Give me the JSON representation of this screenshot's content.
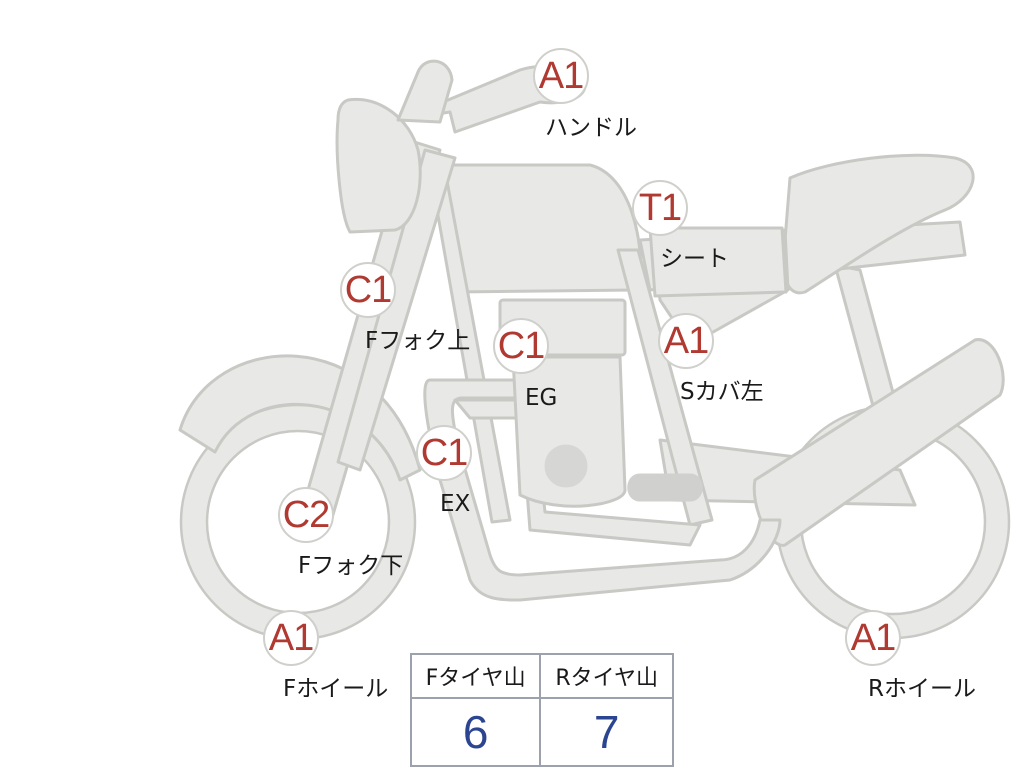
{
  "parts": [
    {
      "key": "handle",
      "code": "A1",
      "label": "ハンドル"
    },
    {
      "key": "seat",
      "code": "T1",
      "label": "シート"
    },
    {
      "key": "fork_upper",
      "code": "C1",
      "label": "Fフォク上"
    },
    {
      "key": "engine",
      "code": "C1",
      "label": "EG"
    },
    {
      "key": "side_cover_left",
      "code": "A1",
      "label": "Sカバ左"
    },
    {
      "key": "exhaust",
      "code": "C1",
      "label": "EX"
    },
    {
      "key": "fork_lower",
      "code": "C2",
      "label": "Fフォク下"
    },
    {
      "key": "front_wheel",
      "code": "A1",
      "label": "Fホイール"
    },
    {
      "key": "rear_wheel",
      "code": "A1",
      "label": "Rホイール"
    }
  ],
  "tread_table": {
    "headers": [
      "Fタイヤ山",
      "Rタイヤ山"
    ],
    "values": [
      "6",
      "7"
    ]
  },
  "colors": {
    "body_fill": "#e8e8e6",
    "outline": "#c8c9c4",
    "badge_text": "#b03a32",
    "value_text": "#2b4591",
    "table_border": "#9ca1ab"
  }
}
